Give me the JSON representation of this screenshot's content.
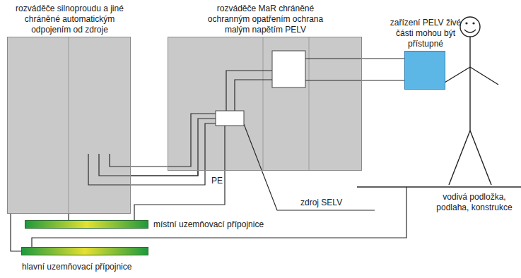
{
  "diagram": {
    "nodes": [
      {
        "text": [
          "rozváděče silnoproudu a jiné chráněné automatickým odpojením od zdroje"
        ]
      },
      {
        "text": [
          "rozváděče MaR chráněné ochranným opatřením ochrana malým napětím PELV"
        ]
      },
      {
        "text": [
          "zařízení PELV živé části mohou být přístupné"
        ]
      },
      {
        "text": [
          "místní uzemňovací přípojnice"
        ]
      },
      {
        "text": [
          "hlavní uzemňovací přípojnice"
        ]
      }
    ],
    "edges": [
      {
        "from": 0,
        "to": 1,
        "arrow": "none"
      },
      {
        "from": 1,
        "to": 3,
        "arrow": "none"
      },
      {
        "from": 1,
        "to": 2,
        "arrow": "none"
      },
      {
        "from": 0,
        "to": 3,
        "arrow": "none"
      },
      {
        "from": 0,
        "to": 4,
        "arrow": "none"
      }
    ],
    "labels": [
      "PE",
      "zdroj SELV",
      "vodivá podložka, podlaha, konstrukce"
    ]
  }
}
